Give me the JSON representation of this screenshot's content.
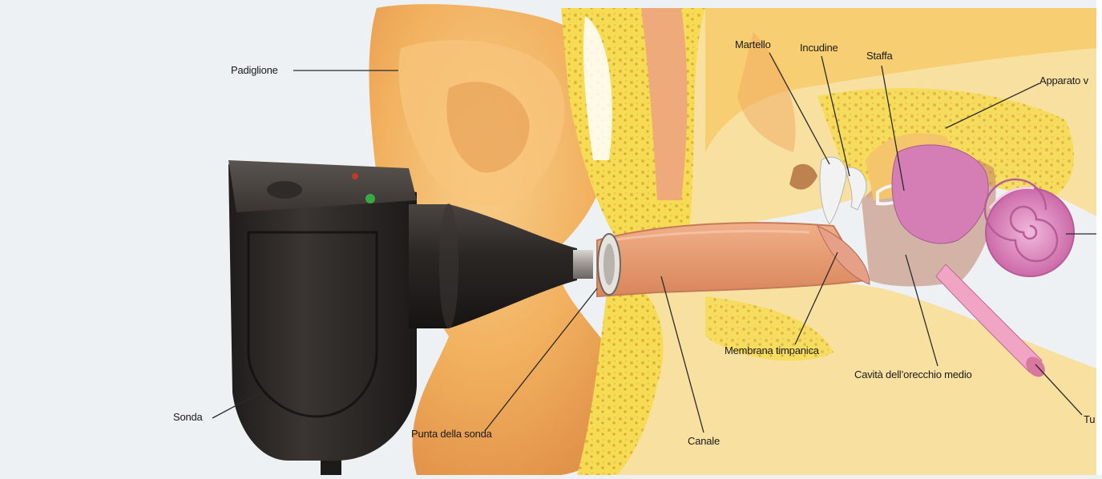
{
  "diagram": {
    "labels": {
      "padiglione": "Padiglione",
      "martello": "Martello",
      "incudine": "Incudine",
      "staffa": "Staffa",
      "apparato": "Apparato v",
      "sonda": "Sonda",
      "punta_sonda": "Punta della sonda",
      "canale": "Canale",
      "membrana": "Membrana timpanica",
      "cavita": "Cavità dell’orecchio medio",
      "tuba": "Tu"
    }
  },
  "colors": {
    "background": "#eef1f3",
    "pinna": "#f2b463",
    "bone": "#f5d84a",
    "canal": "#e9a078",
    "cochlea": "#d77fb5",
    "probe": "#2b2826"
  }
}
